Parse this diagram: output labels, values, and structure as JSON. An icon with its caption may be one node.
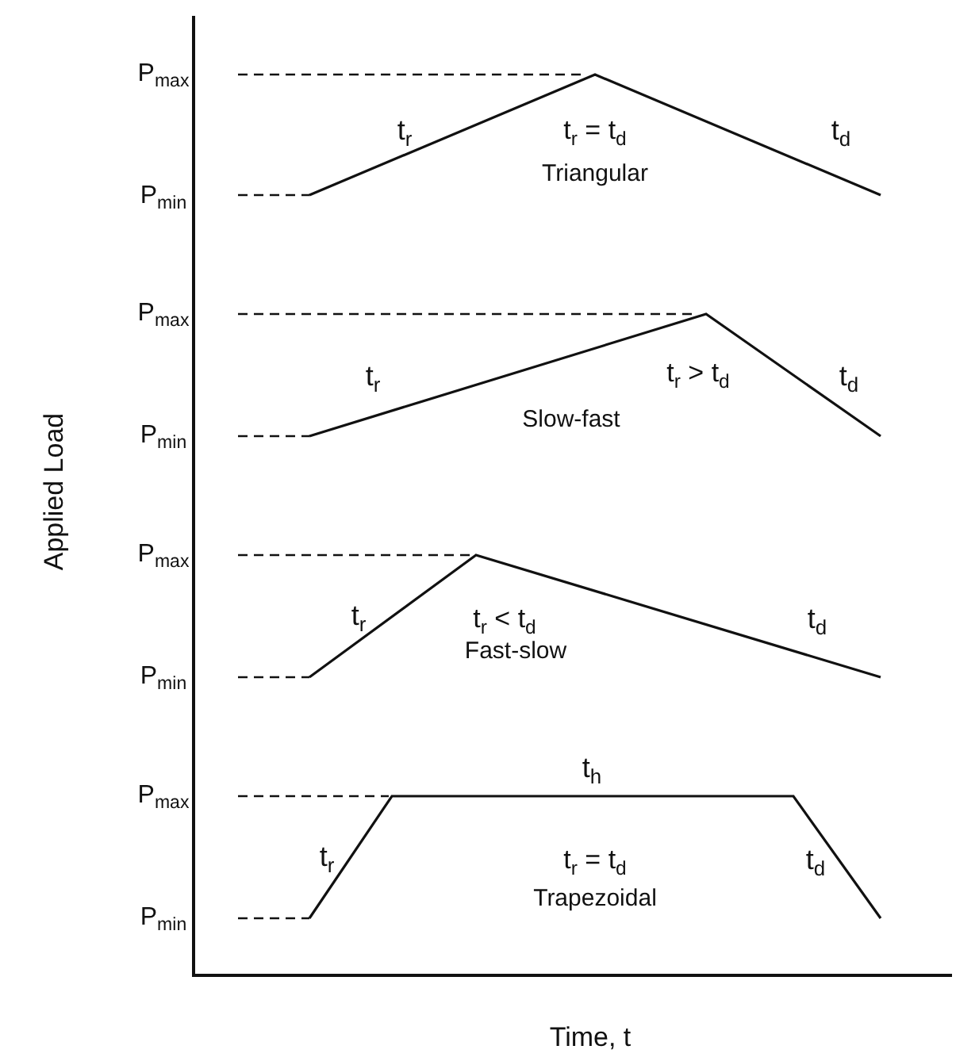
{
  "diagram": {
    "labels": [
      "P$_{max}$",
      "t$_{r}$",
      "t$_{r}$ = t$_{d}$",
      "t$_{d}$",
      "P$_{min}$",
      "Triangular",
      "P$_{max}$",
      "t$_{r}$",
      "t$_{r}$ > t$_{d}$",
      "t$_{d}$",
      "P$_{min}$",
      "Slow-fast",
      "Applied Load",
      "P$_{max}$",
      "t$_{r}$",
      "t$_{r}$ < t$_{d}$",
      "t$_{d}$",
      "P$_{min}$",
      "Fast-slow",
      "P$_{max}$",
      "t$_{h}$",
      "t$_{r}$",
      "t$_{r}$ = t$_{d}$",
      "t$_{d}$",
      "P$_{min}$",
      "Trapezoidal",
      "Time, t"
    ]
  }
}
